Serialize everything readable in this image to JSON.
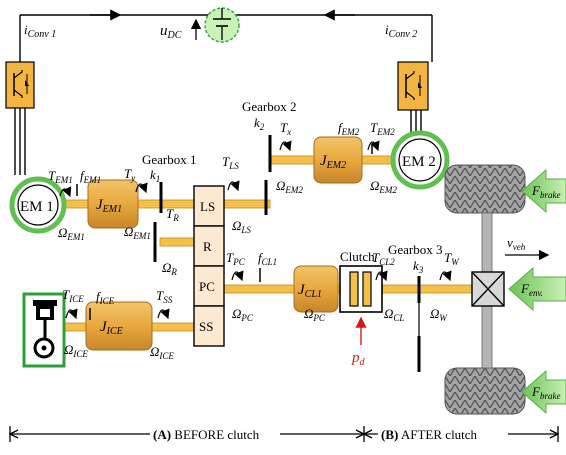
{
  "labels": {
    "i_conv1": {
      "main": "i",
      "sub": "Conv 1"
    },
    "i_conv2": {
      "main": "i",
      "sub": "Conv 2"
    },
    "u_dc": {
      "main": "u",
      "sub": "DC"
    },
    "em1": "EM 1",
    "em2": "EM 2",
    "t_em1": {
      "main": "T",
      "sub": "EM1"
    },
    "f_em1": {
      "main": "f",
      "sub": "EM1"
    },
    "t_y": {
      "main": "T",
      "sub": "y"
    },
    "j_em1": {
      "main": "J",
      "sub": "EM1"
    },
    "omega_em1_left": {
      "main": "Ω",
      "sub": "EM1"
    },
    "omega_em1_right": {
      "main": "Ω",
      "sub": "EM1"
    },
    "gearbox1": "Gearbox 1",
    "k1": {
      "main": "k",
      "sub": "1"
    },
    "t_r": {
      "main": "T",
      "sub": "R"
    },
    "omega_r": {
      "main": "Ω",
      "sub": "R"
    },
    "ls": "LS",
    "r": "R",
    "pc": "PC",
    "ss": "SS",
    "t_ls": {
      "main": "T",
      "sub": "LS"
    },
    "omega_ls": {
      "main": "Ω",
      "sub": "LS"
    },
    "gearbox2": "Gearbox 2",
    "k2": {
      "main": "k",
      "sub": "2"
    },
    "t_x": {
      "main": "T",
      "sub": "x"
    },
    "f_em2": {
      "main": "f",
      "sub": "EM2"
    },
    "t_em2": {
      "main": "T",
      "sub": "EM2"
    },
    "j_em2": {
      "main": "J",
      "sub": "EM2"
    },
    "omega_em2_left": {
      "main": "Ω",
      "sub": "EM2"
    },
    "omega_em2_right": {
      "main": "Ω",
      "sub": "EM2"
    },
    "t_ice": {
      "main": "T",
      "sub": "ICE"
    },
    "f_ice": {
      "main": "f",
      "sub": "ICE"
    },
    "j_ice": {
      "main": "J",
      "sub": "ICE"
    },
    "t_ss": {
      "main": "T",
      "sub": "SS"
    },
    "omega_ice_left": {
      "main": "Ω",
      "sub": "ICE"
    },
    "omega_ice_right": {
      "main": "Ω",
      "sub": "ICE"
    },
    "t_pc": {
      "main": "T",
      "sub": "PC"
    },
    "f_cl1": {
      "main": "f",
      "sub": "CL1"
    },
    "j_cl1": {
      "main": "J",
      "sub": "CL1"
    },
    "omega_pc_left": {
      "main": "Ω",
      "sub": "PC"
    },
    "omega_pc_right": {
      "main": "Ω",
      "sub": "PC"
    },
    "clutch": "Clutch",
    "t_cl2": {
      "main": "T",
      "sub": "CL2"
    },
    "omega_cl": {
      "main": "Ω",
      "sub": "CL"
    },
    "p_d": {
      "main": "p",
      "sub": "d"
    },
    "gearbox3": "Gearbox 3",
    "k3": {
      "main": "k",
      "sub": "3"
    },
    "t_w": {
      "main": "T",
      "sub": "W"
    },
    "omega_w": {
      "main": "Ω",
      "sub": "W"
    },
    "v_veh": {
      "main": "v",
      "sub": "veh"
    },
    "f_brake_top": {
      "main": "F",
      "sub": "brake"
    },
    "f_env": {
      "main": "F",
      "sub": "env."
    },
    "f_brake_bottom": {
      "main": "F",
      "sub": "brake"
    },
    "section_a_letter": "(A)",
    "section_a_text": " BEFORE clutch",
    "section_b_letter": "(B)",
    "section_b_text": " AFTER clutch"
  },
  "colors": {
    "shaft": "#f5c04a",
    "inertia": "#e8a83e",
    "inertia_dark": "#c8862a",
    "converter": "#f4b441",
    "em_ring": "#5fbf4f",
    "ice_green": "#2e9e3a",
    "arrow_green": "#8fd17a",
    "dc_bubble": "#c8f2b8",
    "tire": "#9a9a9a",
    "pd_red": "#d21c1c"
  }
}
